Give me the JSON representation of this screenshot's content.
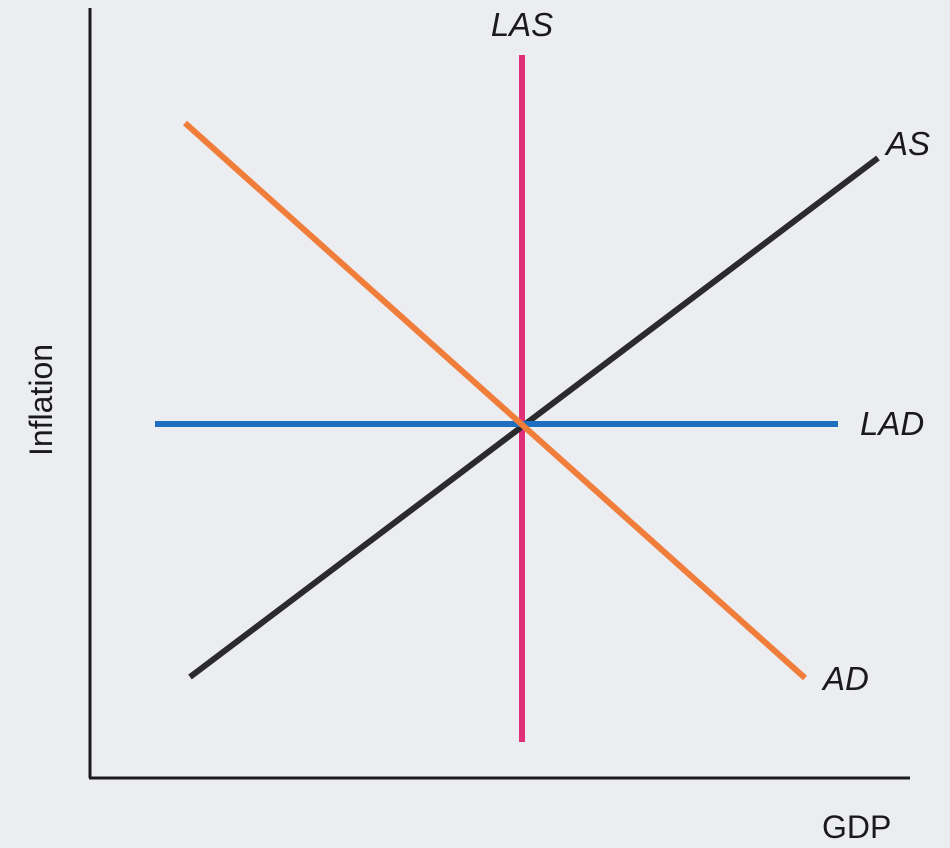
{
  "axes": {
    "xlabel": "GDP",
    "ylabel": "Inflation"
  },
  "curves": [
    {
      "id": "LAS",
      "label": "LAS",
      "color": "#e0307a"
    },
    {
      "id": "AS",
      "label": "AS",
      "color": "#2b2b2e"
    },
    {
      "id": "LAD",
      "label": "LAD",
      "color": "#1f6fc0"
    },
    {
      "id": "AD",
      "label": "AD",
      "color": "#f07d3a"
    }
  ],
  "colors": {
    "background": "#ecedf1",
    "axis": "#1a1a1a"
  }
}
